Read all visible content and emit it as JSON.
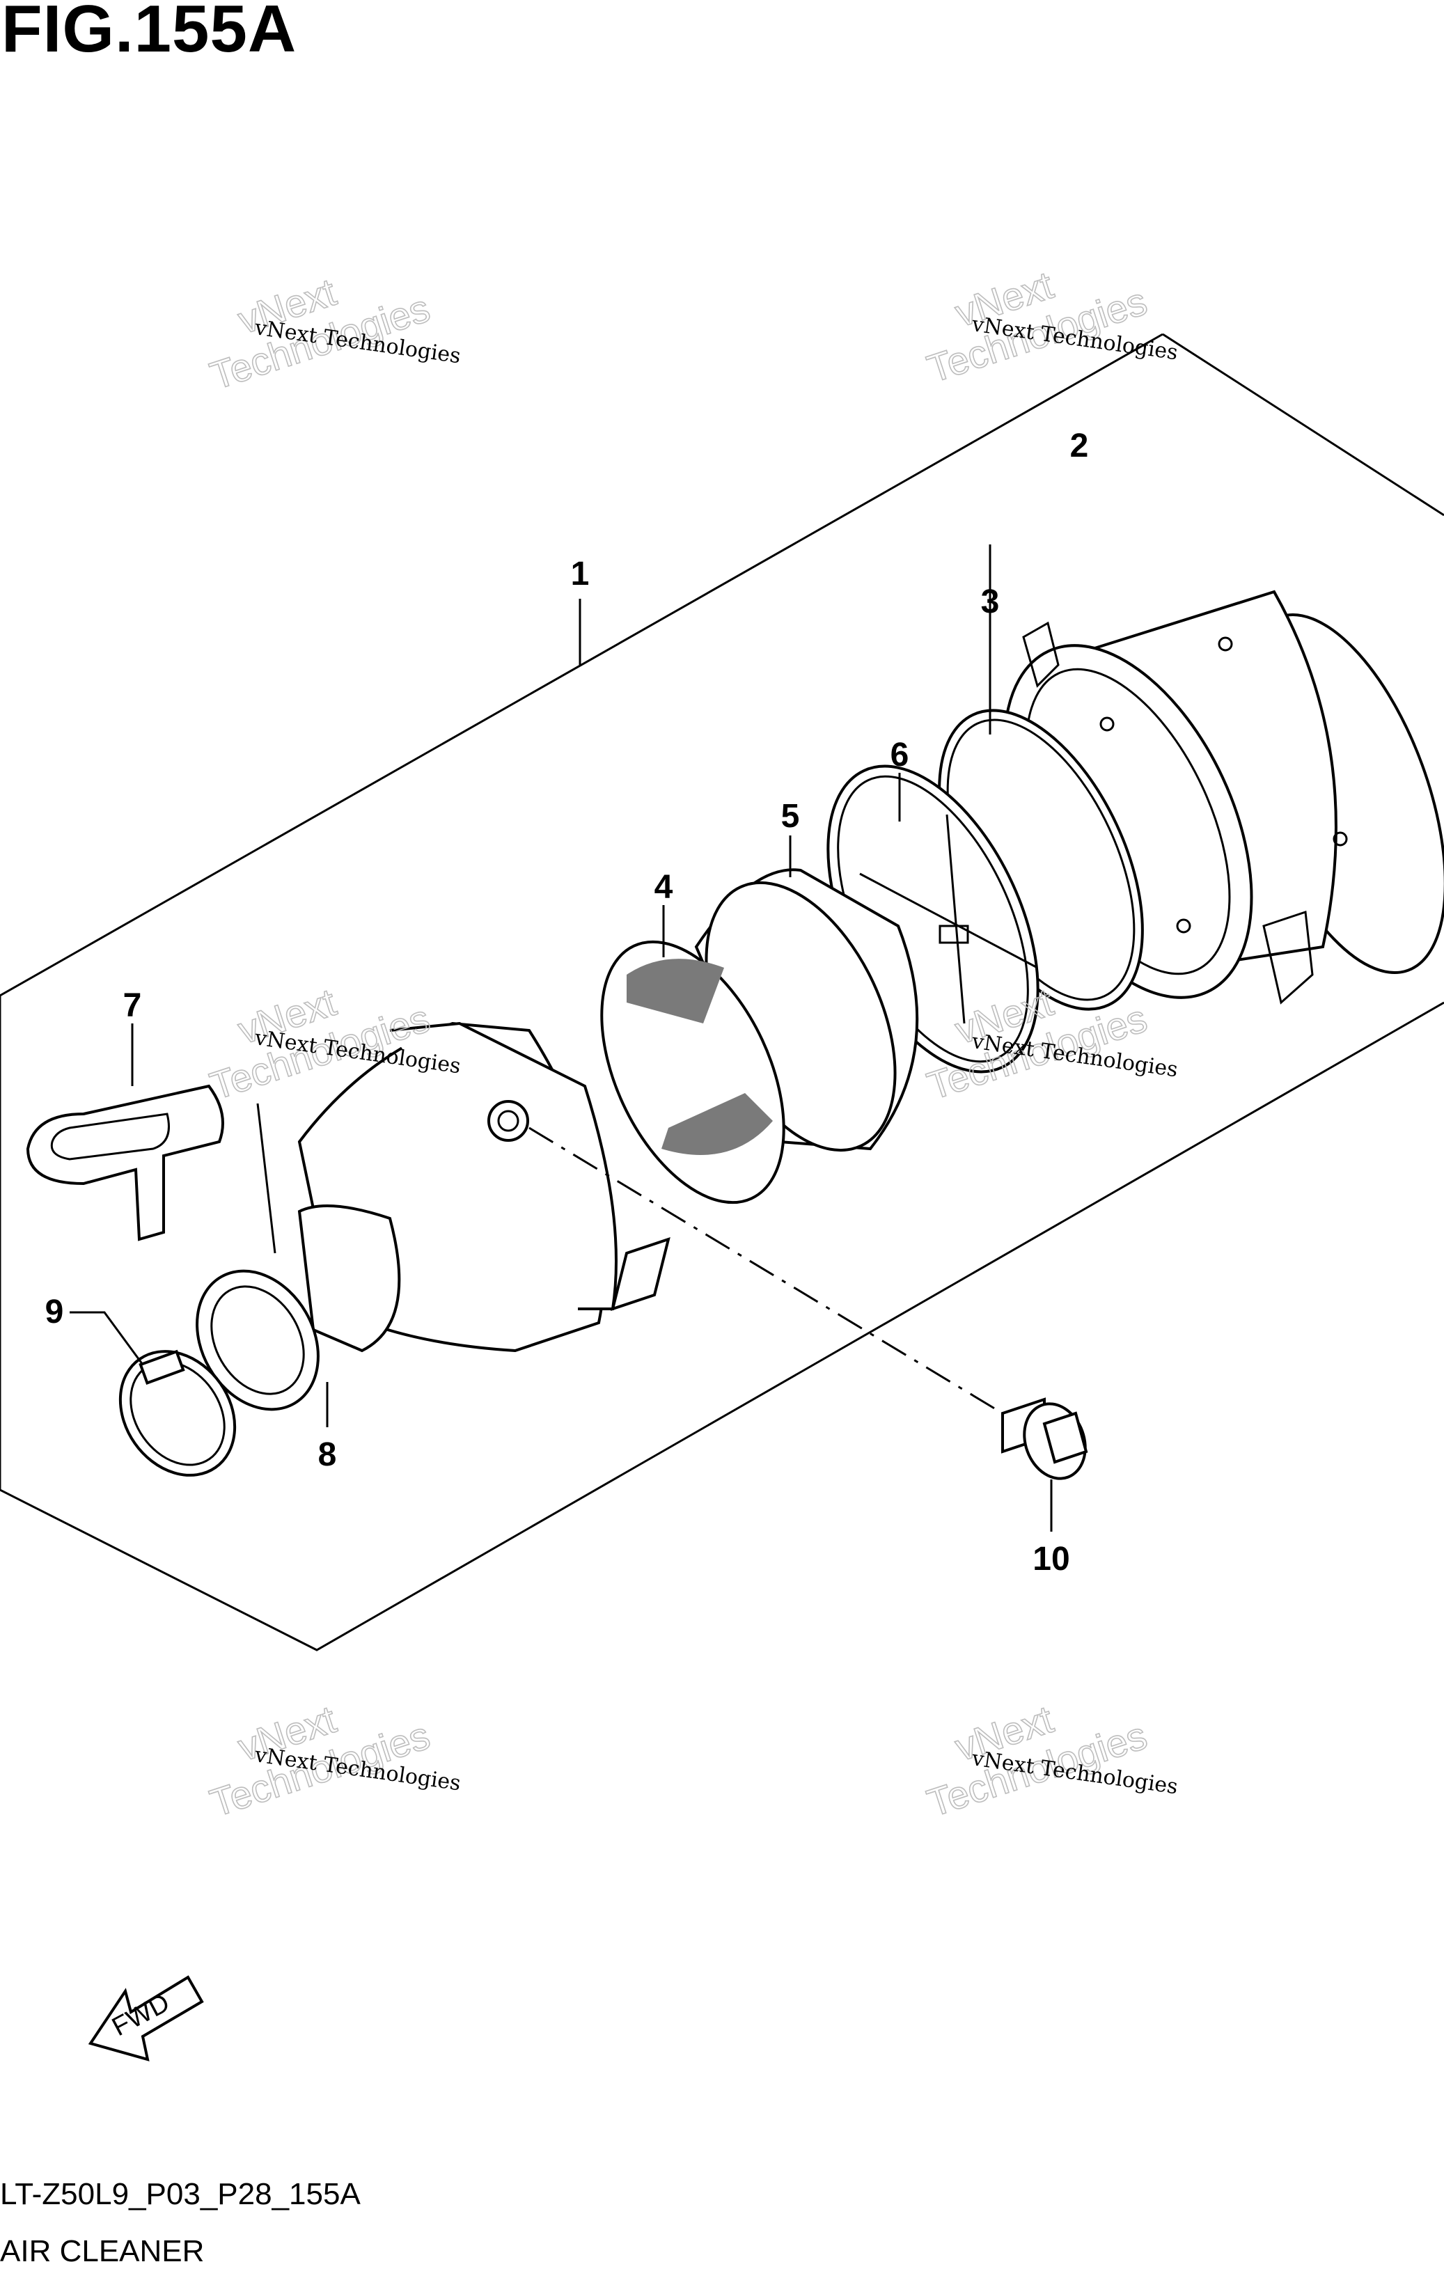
{
  "header": {
    "title": "FIG.155A"
  },
  "footer": {
    "ref_code": "LT-Z50L9_P03_P28_155A",
    "caption": "AIR CLEANER"
  },
  "callouts": [
    {
      "label": "1"
    },
    {
      "label": "2"
    },
    {
      "label": "3"
    },
    {
      "label": "4"
    },
    {
      "label": "5"
    },
    {
      "label": "6"
    },
    {
      "label": "7"
    },
    {
      "label": "8"
    },
    {
      "label": "9"
    },
    {
      "label": "10"
    }
  ],
  "fwd": {
    "label": "FWD"
  },
  "watermark": {
    "line1": "vNext Technologies",
    "line2": "vNext",
    "line3": "Technologies"
  }
}
